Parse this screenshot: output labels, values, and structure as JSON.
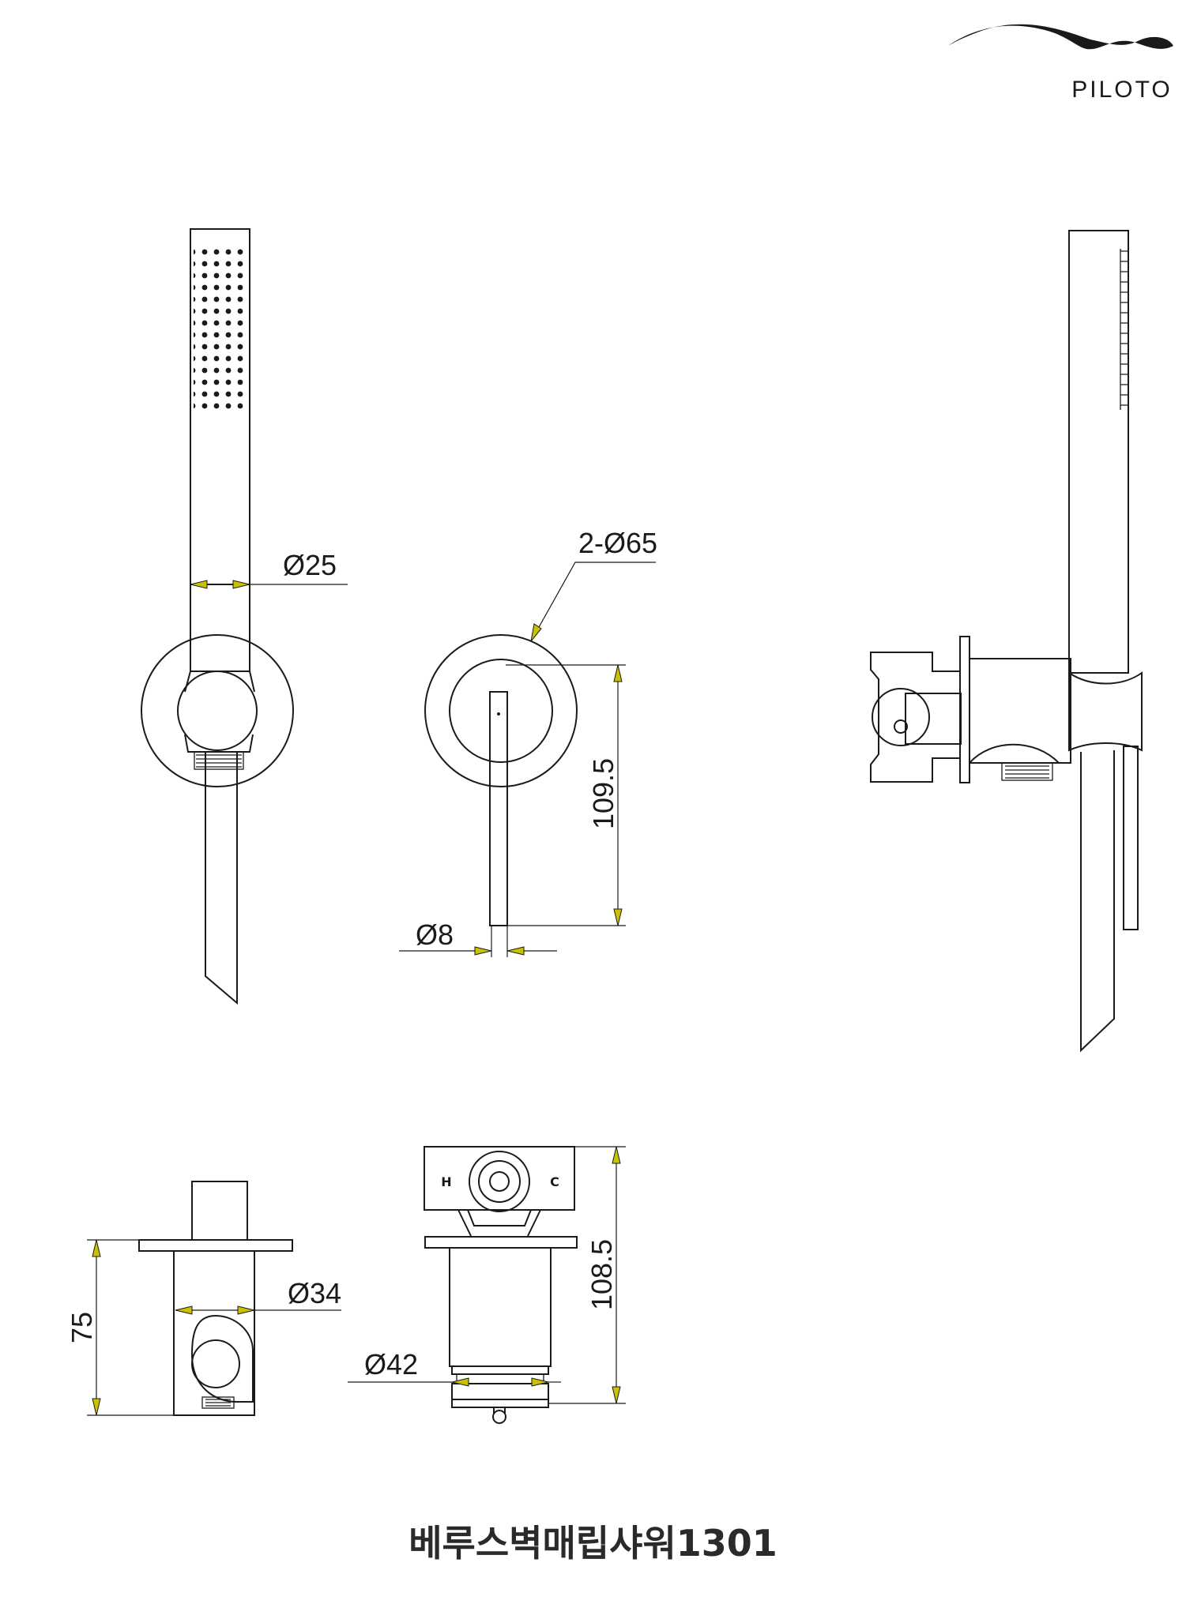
{
  "brand": {
    "name": "PILOTO"
  },
  "title": "베루스벽매립샤워1301",
  "dimensions": {
    "hand_shower_diameter": "Ø25",
    "plate_diameter": "2-Ø65",
    "lever_height": "109.5",
    "lever_diameter": "Ø8",
    "holder_height": "75",
    "holder_diameter": "Ø34",
    "valve_height": "108.5",
    "valve_diameter": "Ø42"
  },
  "valve_marks": {
    "hot": "H",
    "cold": "C"
  }
}
